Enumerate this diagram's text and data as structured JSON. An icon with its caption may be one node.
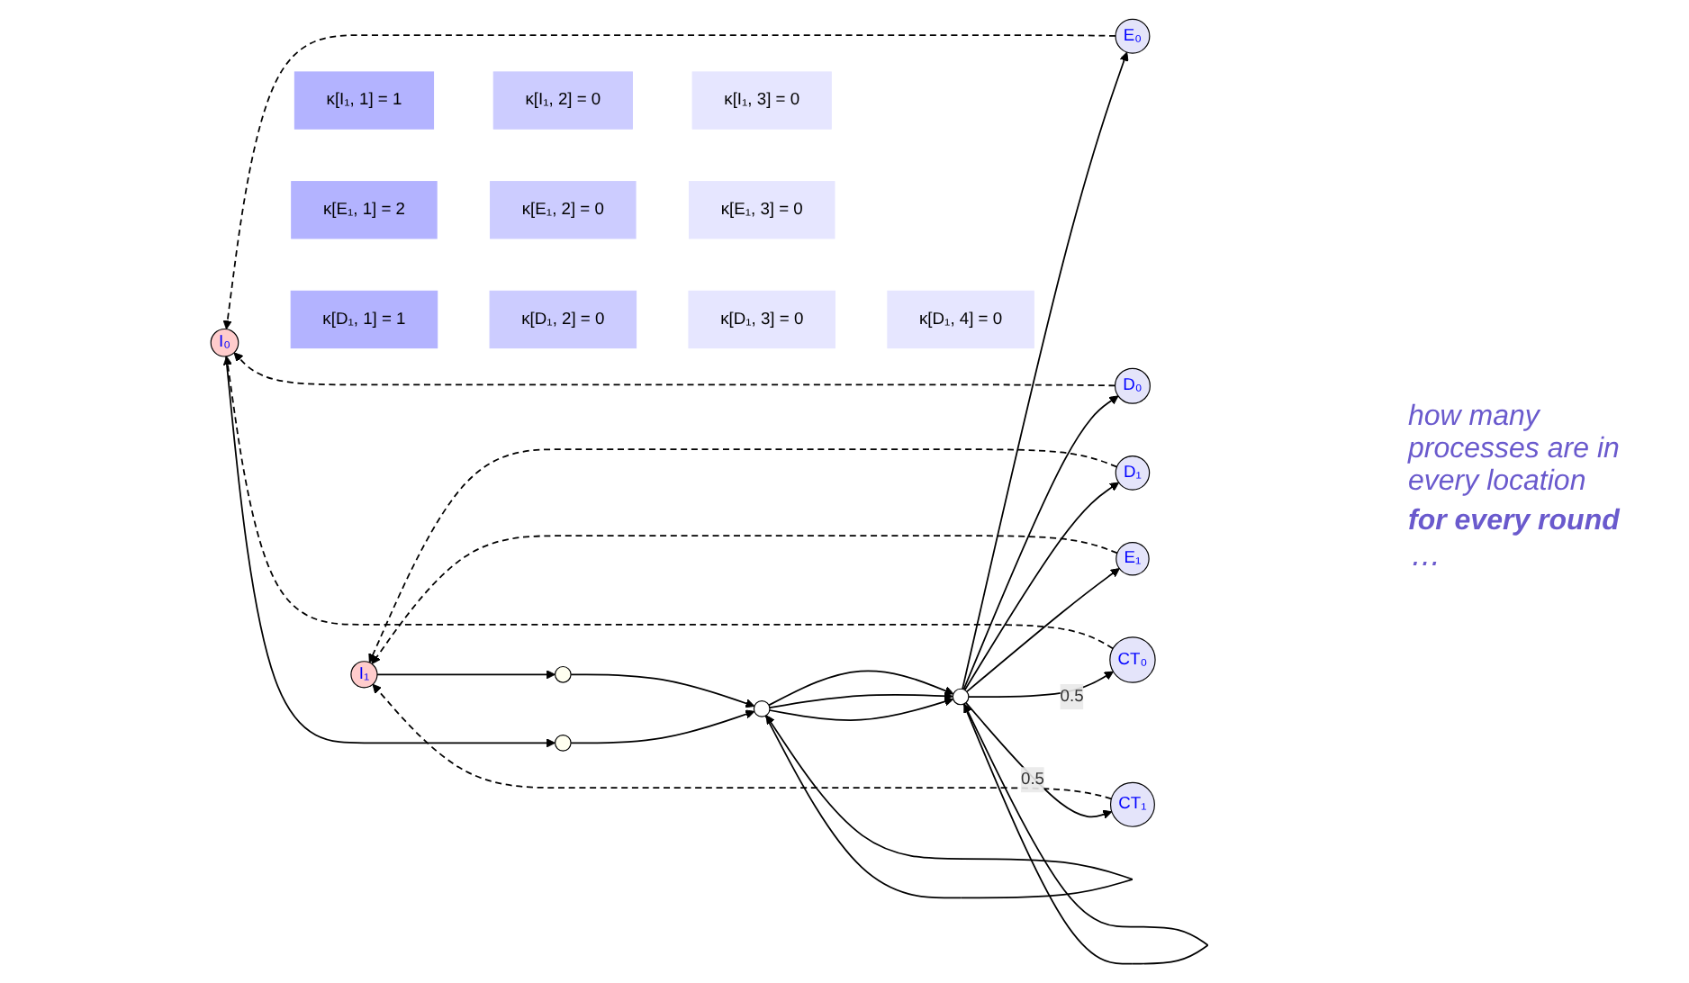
{
  "diagram": {
    "nodes": [
      {
        "text": [
          "I₀"
        ]
      },
      {
        "text": [],
        "shape": "circle"
      },
      {
        "text": [],
        "shape": "circle"
      },
      {
        "text": [
          "I₁"
        ]
      },
      {
        "text": [],
        "shape": "circle"
      },
      {
        "text": [],
        "shape": "circle"
      },
      {
        "text": [
          "E₀"
        ]
      },
      {
        "text": [
          "D₀"
        ]
      },
      {
        "text": [
          "D₁"
        ]
      },
      {
        "text": [
          "E₁"
        ]
      },
      {
        "text": [
          "CT₀"
        ]
      },
      {
        "text": [
          "CT₁"
        ]
      },
      {
        "text": [
          "κ[I₁, 1] = 1"
        ]
      },
      {
        "text": [
          "κ[I₁, 2] = 0"
        ]
      },
      {
        "text": [
          "κ[I₁, 3] = 0"
        ]
      },
      {
        "text": [
          "κ[E₁, 1] = 2"
        ]
      },
      {
        "text": [
          "κ[E₁, 2] = 0"
        ]
      },
      {
        "text": [
          "κ[E₁, 3] = 0"
        ]
      },
      {
        "text": [
          "κ[D₁, 1] = 1"
        ]
      },
      {
        "text": [
          "κ[D₁, 2] = 0"
        ]
      },
      {
        "text": [
          "κ[D₁, 3] = 0"
        ]
      },
      {
        "text": [
          "κ[D₁, 4] = 0"
        ]
      }
    ],
    "edges": [
      {
        "from": 0,
        "to": 1,
        "arrow": "to"
      },
      {
        "from": 1,
        "to": 4,
        "arrow": "to"
      },
      {
        "from": 3,
        "to": 2,
        "arrow": "to"
      },
      {
        "from": 2,
        "to": 4,
        "arrow": "to"
      },
      {
        "from": 4,
        "to": 4,
        "arrow": "to"
      },
      {
        "from": 4,
        "to": 5,
        "arrow": "to"
      },
      {
        "from": 4,
        "to": 5,
        "arrow": "to"
      },
      {
        "from": 4,
        "to": 5,
        "arrow": "to"
      },
      {
        "from": 5,
        "to": 5,
        "arrow": "to"
      },
      {
        "from": 5,
        "to": 6,
        "arrow": "to"
      },
      {
        "from": 5,
        "to": 7,
        "arrow": "to"
      },
      {
        "from": 5,
        "to": 8,
        "arrow": "to"
      },
      {
        "from": 5,
        "to": 9,
        "arrow": "to"
      },
      {
        "from": 5,
        "to": 10,
        "arrow": "to",
        "label": "0.5"
      },
      {
        "from": 5,
        "to": 11,
        "arrow": "to",
        "label": "0.5"
      },
      {
        "from": 6,
        "to": 0,
        "arrow": "to",
        "style": "dashed"
      },
      {
        "from": 7,
        "to": 0,
        "arrow": "to",
        "style": "dashed"
      },
      {
        "from": 10,
        "to": 0,
        "arrow": "to",
        "style": "dashed"
      },
      {
        "from": 9,
        "to": 3,
        "arrow": "to",
        "style": "dashed"
      },
      {
        "from": 8,
        "to": 3,
        "arrow": "to",
        "style": "dashed"
      },
      {
        "from": 11,
        "to": 3,
        "arrow": "to",
        "style": "dashed"
      }
    ],
    "labels": [
      "how many processes are in every location",
      "for every round",
      "⋯"
    ]
  }
}
